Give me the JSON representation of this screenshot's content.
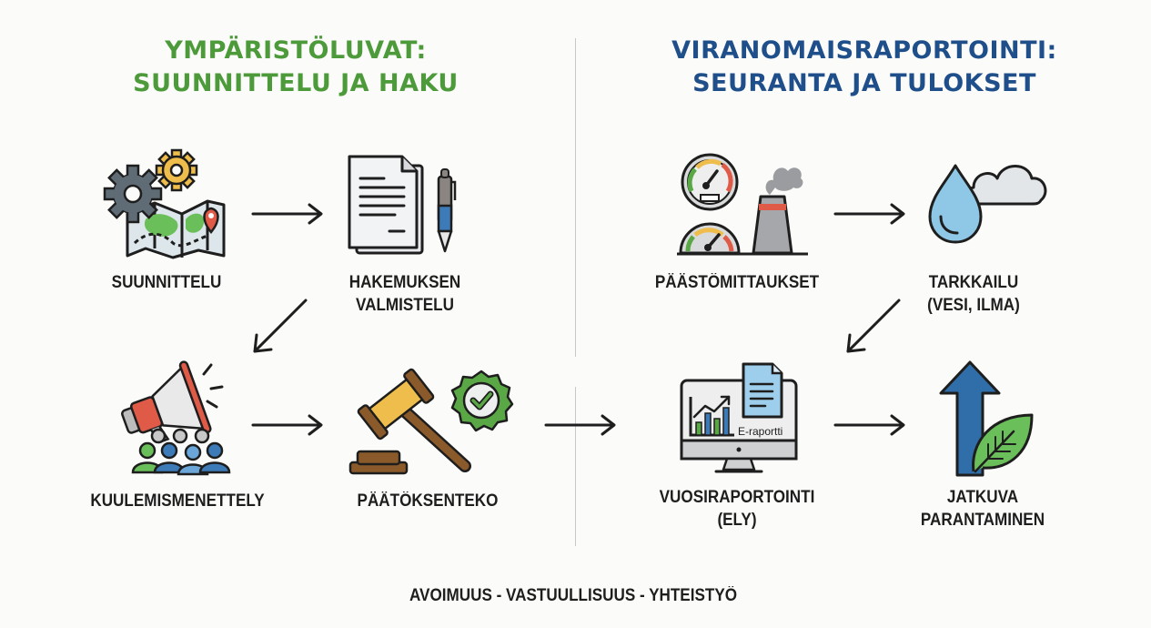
{
  "left_section": {
    "title_line1": "YMPÄRISTÖLUVAT:",
    "title_line2": "SUUNNITTELU JA HAKU",
    "title_color": "#4c9a3a",
    "steps": [
      {
        "label_line1": "SUUNNITTELU",
        "label_line2": "",
        "icon": "gears-map-icon"
      },
      {
        "label_line1": "HAKEMUKSEN",
        "label_line2": "VALMISTELU",
        "icon": "document-pen-icon"
      },
      {
        "label_line1": "KUULEMISMENETTELY",
        "label_line2": "",
        "icon": "megaphone-people-icon"
      },
      {
        "label_line1": "PÄÄTÖKSENTEKO",
        "label_line2": "",
        "icon": "gavel-approval-icon"
      }
    ]
  },
  "right_section": {
    "title_line1": "VIRANOMAISRAPORTOINTI:",
    "title_line2": "SEURANTA JA TULOKSET",
    "title_color": "#1f4f8a",
    "steps": [
      {
        "label_line1": "PÄÄSTÖMITTAUKSET",
        "label_line2": "",
        "icon": "gauges-chimney-icon"
      },
      {
        "label_line1": "TARKKAILU",
        "label_line2": "(VESI, ILMA)",
        "icon": "water-drop-cloud-icon"
      },
      {
        "label_line1": "VUOSIRAPORTOINTI",
        "label_line2": "(ELY)",
        "icon": "monitor-report-icon",
        "screen_text": "E-raportti"
      },
      {
        "label_line1": "JATKUVA",
        "label_line2": "PARANTAMINEN",
        "icon": "arrow-up-leaf-icon"
      }
    ]
  },
  "footer": {
    "text": "AVOIMUUS - VASTUULLISUUS - YHTEISTYÖ"
  },
  "colors": {
    "background": "#fbfbf9",
    "green": "#5aa845",
    "blue": "#2f6ea8",
    "red": "#e05a48",
    "yellow": "#efbd4c",
    "dark": "#1e1e1e"
  }
}
